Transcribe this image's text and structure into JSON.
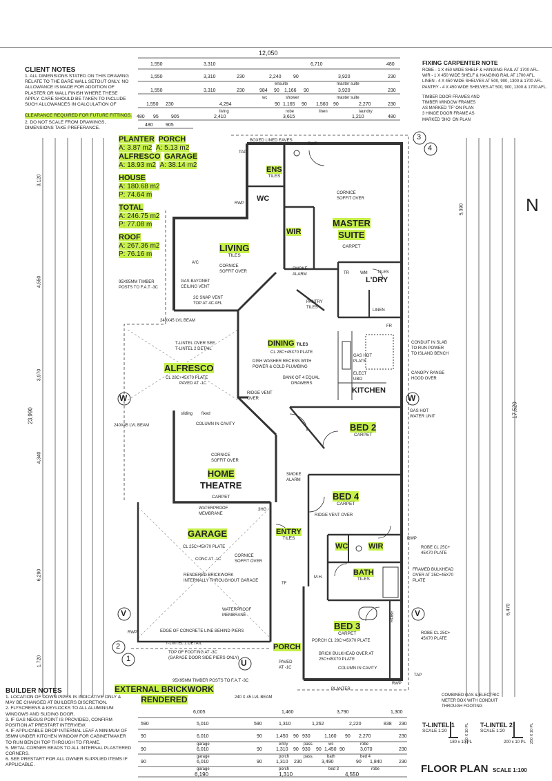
{
  "overall_width": "12,050",
  "top_dims": {
    "row1": [
      "1,550",
      "3,310",
      "6,710",
      "480"
    ],
    "row2": [
      "1,550",
      "3,310",
      "230",
      "2,240",
      "90",
      "3,920",
      "230"
    ],
    "row2_labels": [
      "ensuite",
      "master suite"
    ],
    "row3": [
      "1,550",
      "3,310",
      "230",
      "984",
      "90",
      "1,166",
      "90",
      "3,920",
      "230"
    ],
    "row3_labels": [
      "wc",
      "shower",
      "master suite"
    ],
    "row4": [
      "1,550",
      "230",
      "4,294",
      "90",
      "1,165",
      "90",
      "1,560",
      "90",
      "2,270",
      "230"
    ],
    "row4_labels": [
      "living",
      "robe",
      "linen",
      "laundry"
    ],
    "row5": [
      "480",
      "95",
      "905",
      "2,410",
      "3,615",
      "1,210",
      "480"
    ],
    "row6": [
      "480",
      "905"
    ]
  },
  "client_notes": {
    "title": "CLIENT NOTES",
    "lines": [
      "1. ALL DIMENSIONS STATED ON THIS DRAWING",
      "RELATE TO THE BARE WALL SETOUT ONLY. NO",
      "ALLOWANCE IS MADE FOR ADDITION OF",
      "PLASTER OR WALL FINISH WHERE THESE",
      "APPLY. CARE SHOULD BE TAKEN TO INCLUDE",
      "SUCH ALLOWANCES IN CALCULATION OF",
      "CLEARANCE REQUIRED FOR FUTURE FITTINGS.",
      "2. DO NOT SCALE FROM DRAWINGS,",
      "DIMENSIONS TAKE PREFERANCE."
    ]
  },
  "carpenter_note": {
    "title": "FIXING CARPENTER NOTE",
    "lines": [
      "ROBE - 1 x 450 WIDE SHELF & HANGING RAIL AT 1700 AFL.",
      "WIR - 1 x 450 WIDE SHELF & HANGING RAIL AT 1700 AFL.",
      "LINEN - 4 x 450 WIDE SHELVES AT 500, 900, 1300 & 1700 AFL.",
      "PANTRY - 4 x 450 WIDE SHELVES AT 500, 900, 1300 & 1700 AFL."
    ],
    "extra": [
      "TIMBER DOOR FRAMES AND",
      "TIMBER WINDOW FRAMES",
      "AS MARKED 'TF' ON PLAN",
      "3 HINGE DOOR FRAME AS",
      "MARKED '3HG' ON PLAN"
    ]
  },
  "areas": {
    "planter_title": "PLANTER",
    "porch_title": "PORCH",
    "planter_area": "A: 3.87 m2",
    "porch_area": "A: 5.13 m2",
    "alfresco_title": "ALFRESCO",
    "garage_title": "GARAGE",
    "alfresco_area": "A: 18.93 m2",
    "garage_area": "A: 38.14 m2",
    "house_title": "HOUSE",
    "house_area": "A: 180.68 m2",
    "house_perim": "P: 74.64 m",
    "total_title": "TOTAL",
    "total_area": "A: 246.75 m2",
    "total_perim": "P: 77.08 m",
    "roof_title": "ROOF",
    "roof_area": "A: 267.36 m2",
    "roof_perim": "P: 76.16 m"
  },
  "rooms": {
    "ens": "ENS",
    "ens_f": "TILES",
    "wc": "WC",
    "wir": "WIR",
    "master": "MASTER",
    "suite": "SUITE",
    "master_f": "CARPET",
    "living": "LIVING",
    "living_f": "TILES",
    "laundry": "L'DRY",
    "laundry_f": "TILES",
    "pantry": "PANTRY",
    "pantry_f": "TILES",
    "linen": "LINEN",
    "dining": "DINING",
    "dining_f": "TILES",
    "kitchen": "KITCHEN",
    "alfresco": "ALFRESCO",
    "bed2": "BED 2",
    "bed2_f": "CARPET",
    "home": "HOME",
    "theatre": "THEATRE",
    "theatre_f": "CARPET",
    "bed4": "BED 4",
    "bed4_f": "CARPET",
    "garage": "GARAGE",
    "entry": "ENTRY",
    "entry_f": "TILES",
    "wc2": "WC",
    "wir2": "WIR",
    "bath": "BATH",
    "bath_f": "TILES",
    "bed3": "BED 3",
    "bed3_f": "CARPET",
    "porch": "PORCH",
    "robe": "ROBE"
  },
  "annotations": {
    "boxed_eaves": "BOXED LINED EAVES",
    "cornice1": "CORNICE",
    "soffit1": "SOFFIT OVER",
    "cornice2": "CORNICE",
    "soffit2": "SOFFIT OVER",
    "ac": "A/C",
    "gas_bayonet": "GAS BAYONET",
    "ceiling_vent": "CEILING VENT",
    "snap_vent": "2c SNAP VENT",
    "top_at": "TOP AT 4c AFL",
    "smoke1": "SMOKE",
    "alarm1": "ALARM",
    "timber_posts": "95x95mm TIMBER",
    "posts_to": "POSTS TO F.A.T -3c",
    "lvl_beam": "240X45 LVL BEAM",
    "tlintel_a": "T-LINTEL OVER SEE",
    "tlintel_b": "T-LINTEL 2 DETAIL",
    "alfresco_plate": "CL 28c+45x70 PLATE",
    "paved": "PAVED AT -1c",
    "dining_plate": "CL 28c+45x70 PLATE",
    "dishwasher_a": "DISH WASHER RECESS WITH",
    "dishwasher_b": "POWER & COLD PLUMBING",
    "drawers_a": "BANK OF 4 EQUAL",
    "drawers_b": "DRAWERS",
    "ridge1": "RIDGE VENT",
    "ridge1b": "OVER",
    "gas_hot": "GAS HOT",
    "gas_plate": "PLATE",
    "elect": "ELECT",
    "ubo": "UBO",
    "conduit_a": "CONDUIT IN SLAB",
    "conduit_b": "TO RUN POWER",
    "conduit_c": "TO ISLAND BENCH",
    "canopy_a": "CANOPY RANGE",
    "canopy_b": "HOOD OVER",
    "gas_water": "GAS HOT",
    "gas_water_b": "WATER UNIT",
    "sliding": "sliding",
    "fixed": "fixed",
    "column": "COLUMN IN CAVITY",
    "cornice3": "CORNICE",
    "soffit3": "SOFFIT OVER",
    "smoke2": "SMOKE",
    "alarm2": "ALARM",
    "ridge2": "RIDGE VENT OVER",
    "waterproof1": "WATERPROOF",
    "membrane1": "MEMBRANE",
    "garage_plate": "CL 25c+45x70 PLATE",
    "conc": "CONC AT -1c",
    "cornice4": "CORNICE",
    "soffit4": "SOFFIT OVER",
    "rendered": "RENDERED BRICKWORK",
    "internally": "INTERNALLY THROUGHOUT GARAGE",
    "waterproof2": "WATERPROOF",
    "membrane2": "MEMBRANE",
    "edge_concrete": "EDGE OF CONCRETE LINE BEHIND PIERS",
    "tlintel_c": "T-LINTEL 1 DETAIL",
    "top_footing": "TOP OF FOOTING AT -3c",
    "garage_door": "(GARAGE DOOR SIDE PIERS ONLY)",
    "robe_cl": "ROBE CL 25c+",
    "robe_plate": "45x70 PLATE",
    "framed_a": "FRAMED BULKHEAD",
    "framed_b": "OVER AT 25c+45x70",
    "framed_c": "PLATE",
    "robe_cl2": "ROBE CL 25c+",
    "robe_plate2": "45x70 PLATE",
    "porch_plate": "PORCH CL 28c+45x70 PLATE",
    "brick_bulk_a": "BRICK BULKHEAD OVER AT",
    "brick_bulk_b": "25c+45x70 PLATE",
    "column2": "COLUMN IN CAVITY",
    "paved2": "PAVED",
    "paved2b": "AT -1c",
    "timber_posts2": "95x95mm TIMBER POSTS TO F.A.T -3c",
    "planter": "PLANTER",
    "lvl_beam2": "240 x 45 LVL BEAM",
    "meter_a": "COMBINED GAS & ELECTRIC",
    "meter_b": "METER BOX WITH CONDUIT",
    "meter_c": "THROUGH FOOTING",
    "ext_brick_a": "EXTERNAL BRICKWORK",
    "ext_brick_b": "RENDERED",
    "rwp": "RWP",
    "tap": "TAP",
    "wm": "WM",
    "tr": "TR",
    "fr": "FR",
    "mh": "M.H.",
    "tf": "TF",
    "hg3": "3HG"
  },
  "builder_notes": {
    "title": "BUILDER NOTES",
    "lines": [
      "1. LOCATION OF DOWN PIPES IS INDICATIVE ONLY &",
      "MAY BE CHANGED AT BUILDERS DISCRETION.",
      "2. FLYSCREENS & KEYLOCKS TO ALL ALUMINIUM",
      "WINDOWS AND SLIDING DOOR.",
      "3. IF GAS NEGUS POINT IS PROVIDED, CONFIRM",
      "POSITION AT PRESTART INTERVIEW.",
      "4. IF APPLICABLE DROP INTERNAL LEAF A MINIMUM OF",
      "35mm UNDER KITCHEN WINDOW FOR CABINETMAKER",
      "TO RUN BENCH TOP THROUGH TO FRAME.",
      "5. METAL CORNER BEADS TO ALL INTERNAL PLASTERED",
      "CORNERS.",
      "6. SEE PRESTART FOR ALL OWNER SUPPLIED ITEMS IF",
      "APPLICABLE."
    ]
  },
  "bottom_dims": {
    "row1": [
      "6,005",
      "1,460",
      "3,790",
      "1,300"
    ],
    "row2": [
      "590",
      "5,010",
      "590",
      "1,310",
      "1,262",
      "2,220",
      "838",
      "230"
    ],
    "row3": [
      "90",
      "6,010",
      "90",
      "1,450",
      "90",
      "930",
      "1,160",
      "90",
      "2,270",
      "230"
    ],
    "row3_labels": [
      "garage",
      "entry",
      "pass.",
      "wc",
      "robe"
    ],
    "row4": [
      "90",
      "6,010",
      "90",
      "1,310",
      "90",
      "930",
      "90",
      "1,450",
      "90",
      "3,070",
      "230"
    ],
    "row4_labels": [
      "garage",
      "porch",
      "pass.",
      "bath",
      "bed 4"
    ],
    "row5": [
      "90",
      "6,010",
      "90",
      "1,310",
      "230",
      "3,490",
      "90",
      "1,840",
      "230"
    ],
    "row5_labels": [
      "garage",
      "porch",
      "bed 3",
      "robe"
    ],
    "total": [
      "6,190",
      "1,310",
      "4,550"
    ]
  },
  "left_dims": [
    "3,120",
    "4,550",
    "3,970",
    "23,990",
    "4,340",
    "6,290",
    "1,720"
  ],
  "right_dims": [
    "5,390",
    "17,520",
    "6,470"
  ],
  "tlintel": {
    "l1": "T-LINTEL 1",
    "l1_scale": "SCALE 1:20",
    "l1_dim": "180 x 10 PL",
    "l1_side": "250 x 10 PL",
    "l2": "T-LINTEL 2",
    "l2_scale": "SCALE 1:20",
    "l2_dim": "200 x 10 PL",
    "l2_side": "250 x 10 PL"
  },
  "title_block": {
    "title": "FLOOR PLAN",
    "scale": "SCALE 1:100"
  },
  "markers": {
    "w": "W",
    "v": "V",
    "u": "U",
    "one": "1",
    "two": "2",
    "three": "3",
    "four": "4",
    "north": "N"
  }
}
